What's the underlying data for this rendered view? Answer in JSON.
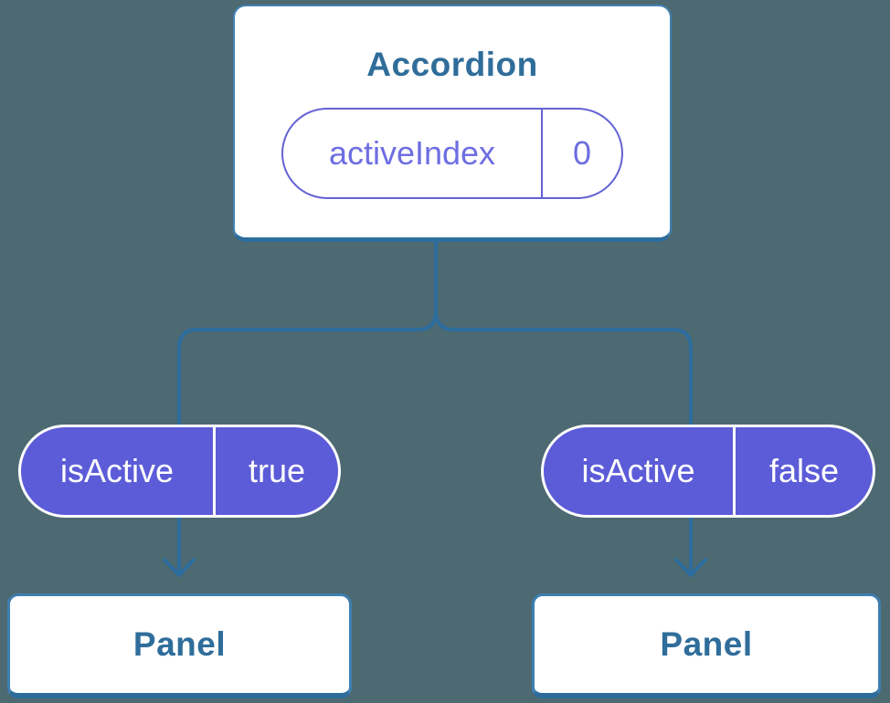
{
  "diagram": {
    "root": {
      "title": "Accordion",
      "state": {
        "label": "activeIndex",
        "value": "0"
      }
    },
    "children": [
      {
        "prop": {
          "label": "isActive",
          "value": "true"
        },
        "panel_title": "Panel"
      },
      {
        "prop": {
          "label": "isActive",
          "value": "false"
        },
        "panel_title": "Panel"
      }
    ]
  },
  "colors": {
    "background": "#4D6972",
    "connector_blue": "#2D6D9E",
    "node_border_blue": "#4182B4",
    "node_text_blue": "#2F6D9A",
    "pill_purple_fill": "#5C5CD8",
    "pill_purple_outline": "#6262D4",
    "pill_purple_text": "#6E6EE2",
    "node_background": "#FFFFFF"
  }
}
